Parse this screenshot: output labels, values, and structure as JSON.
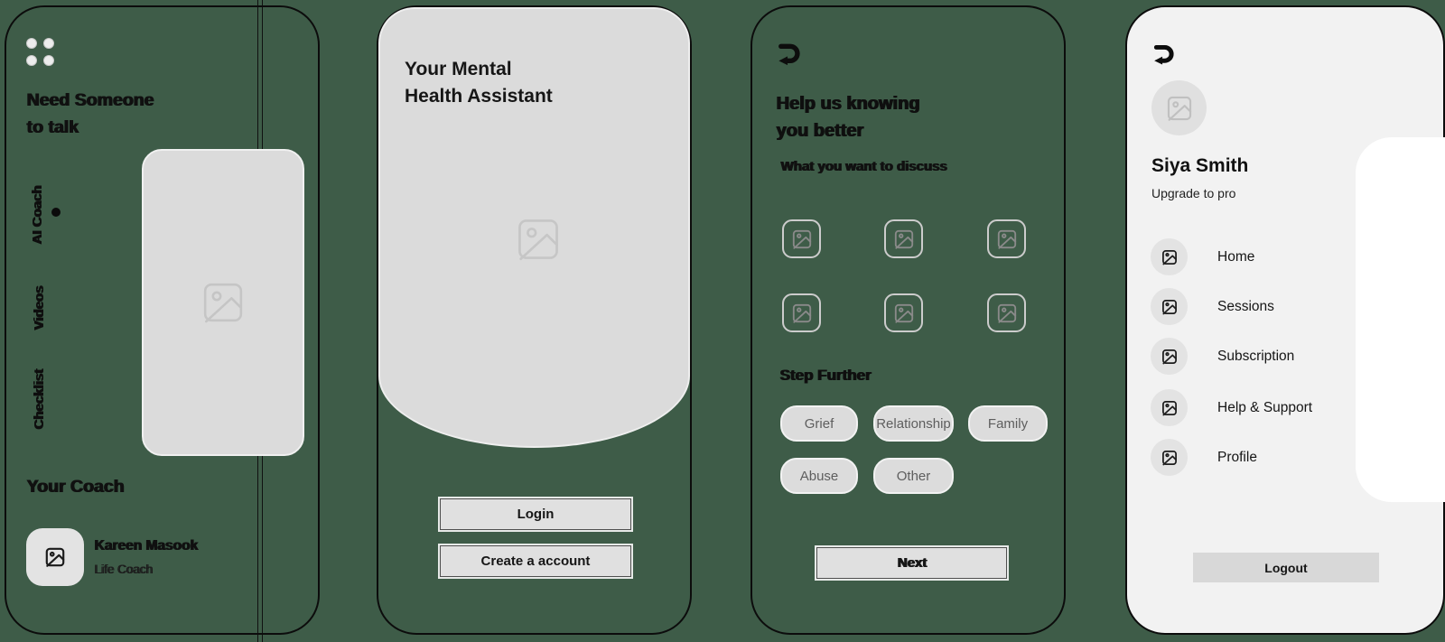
{
  "background_color": "#3e5c48",
  "screen_talk": {
    "title_line1": "Need Someone",
    "title_line2": "to talk",
    "nav": [
      {
        "label": "AI Coach",
        "active": true
      },
      {
        "label": "Videos",
        "active": false
      },
      {
        "label": "Checklist",
        "active": false
      }
    ],
    "section_title": "Your Coach",
    "coach_name": "Kareen Masook",
    "coach_role": "Life Coach"
  },
  "screen_welcome": {
    "title_line1": "Your Mental",
    "title_line2": "Health Assistant",
    "login_label": "Login",
    "signup_label": "Create a account"
  },
  "screen_discuss": {
    "title_line1": "Help us knowing",
    "title_line2": "you better",
    "subtitle": "What you want to discuss",
    "section_title": "Step Further",
    "chips": [
      "Grief",
      "Relationship",
      "Family",
      "Abuse",
      "Other"
    ],
    "next_label": "Next"
  },
  "screen_profile": {
    "name": "Siya Smith",
    "subtitle": "Upgrade to pro",
    "menu": [
      "Home",
      "Sessions",
      "Subscription",
      "Help & Support",
      "Profile"
    ],
    "logout_label": "Logout"
  }
}
